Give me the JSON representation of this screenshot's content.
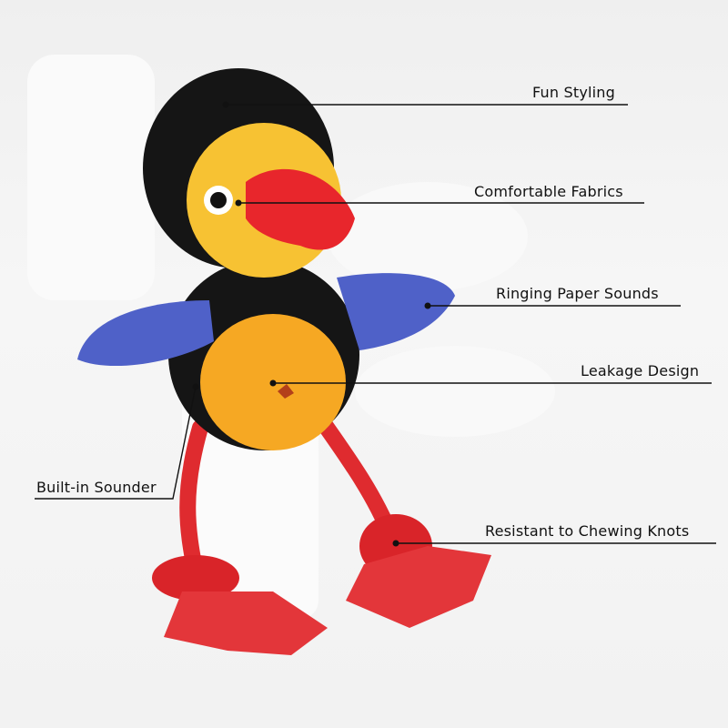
{
  "callouts": {
    "fun_styling": "Fun Styling",
    "comfortable_fabrics": "Comfortable Fabrics",
    "ringing_paper_sounds": "Ringing Paper Sounds",
    "leakage_design": "Leakage Design",
    "built_in_sounder": "Built-in Sounder",
    "resistant_knots": "Resistant to Chewing Knots"
  },
  "colors": {
    "body": "#151515",
    "face": "#f7c233",
    "beak": "#e8262c",
    "belly": "#f6a823",
    "wing": "#4f61c8",
    "rope": "#df2b2f",
    "line": "#111111"
  }
}
